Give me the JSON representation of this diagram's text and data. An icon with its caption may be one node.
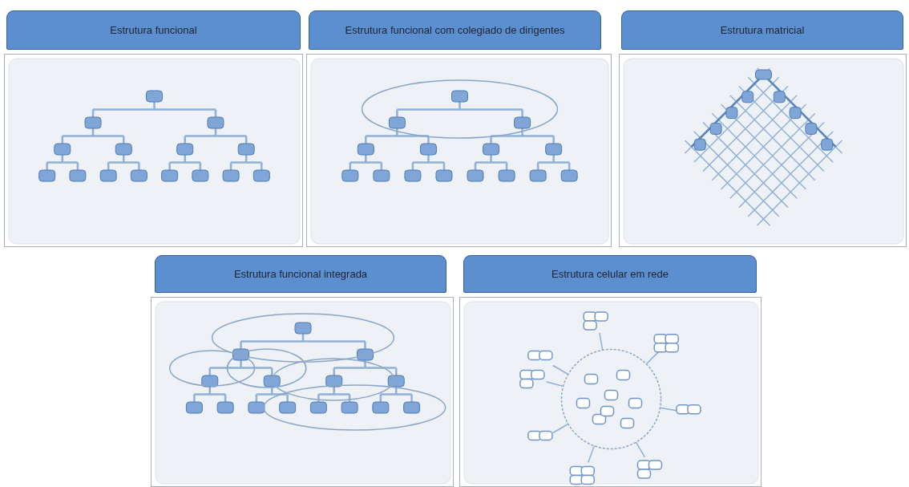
{
  "diagram": {
    "nodes": [
      {
        "text": [
          "Estrutura funcional"
        ]
      },
      {
        "text": [
          "Estrutura funcional com colegiado de dirigentes"
        ]
      },
      {
        "text": [
          "Estrutura matricial"
        ]
      },
      {
        "text": [
          "Estrutura funcional integrada"
        ]
      },
      {
        "text": [
          "Estrutura celular em rede"
        ]
      }
    ]
  }
}
